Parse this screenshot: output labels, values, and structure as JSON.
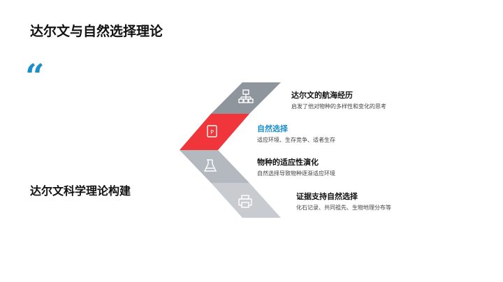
{
  "slide": {
    "title": "达尔文与自然选择理论",
    "quote_mark": "“",
    "subtitle": "达尔文科学理论构建"
  },
  "items": [
    {
      "heading": "达尔文的航海经历",
      "desc": "启发了他对物种的多样性和变化的思考",
      "icon": "sitemap-icon",
      "color": "#8e959d"
    },
    {
      "heading": "自然选择",
      "desc": "适应环境、生存竞争、适者生存",
      "icon": "presentation-icon",
      "color": "#f0363b",
      "active": true
    },
    {
      "heading": "物种的适应性演化",
      "desc": "自然选择导致物种逐渐适应环境",
      "icon": "flask-icon",
      "color": "#c2c7cc"
    },
    {
      "heading": "证据支持自然选择",
      "desc": "化石记录、共同祖先、生物地理分布等",
      "icon": "printer-icon",
      "color": "#c2c7cc"
    }
  ],
  "colors": {
    "accent": "#1a8fc9",
    "highlight": "#f0363b",
    "gray_dark": "#8e959d",
    "gray_light": "#c2c7cc"
  }
}
